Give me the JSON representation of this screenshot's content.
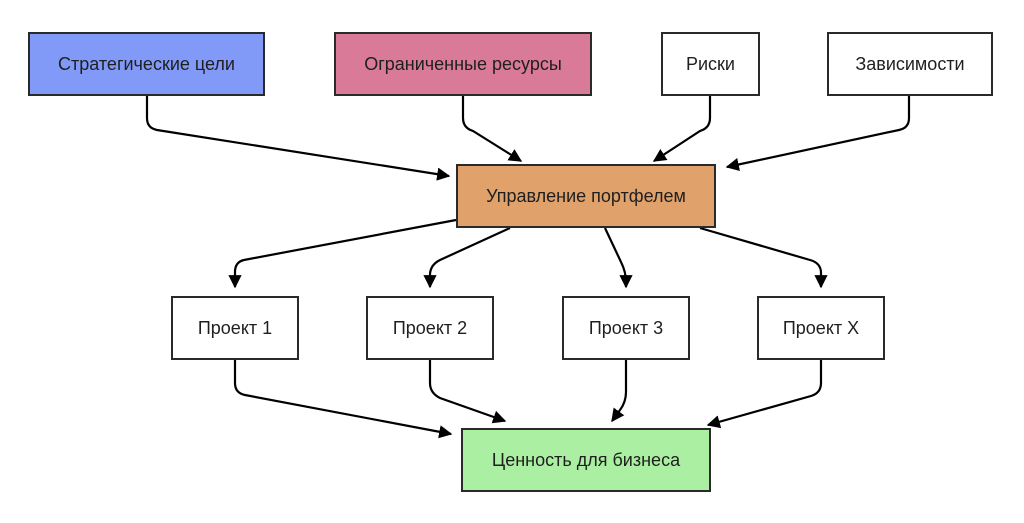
{
  "nodes": {
    "strategic_goals": {
      "label": "Стратегические цели",
      "color": "#8199f7"
    },
    "limited_resources": {
      "label": "Ограниченные ресурсы",
      "color": "#d97a98"
    },
    "risks": {
      "label": "Риски",
      "color": "#ffffff"
    },
    "dependencies": {
      "label": "Зависимости",
      "color": "#ffffff"
    },
    "portfolio_management": {
      "label": "Управление портфелем",
      "color": "#e0a16b"
    },
    "project_1": {
      "label": "Проект 1",
      "color": "#ffffff"
    },
    "project_2": {
      "label": "Проект 2",
      "color": "#ffffff"
    },
    "project_3": {
      "label": "Проект 3",
      "color": "#ffffff"
    },
    "project_x": {
      "label": "Проект X",
      "color": "#ffffff"
    },
    "business_value": {
      "label": "Ценность для бизнеса",
      "color": "#abf0a2"
    }
  },
  "edges": [
    {
      "from": "strategic_goals",
      "to": "portfolio_management"
    },
    {
      "from": "limited_resources",
      "to": "portfolio_management"
    },
    {
      "from": "risks",
      "to": "portfolio_management"
    },
    {
      "from": "dependencies",
      "to": "portfolio_management"
    },
    {
      "from": "portfolio_management",
      "to": "project_1"
    },
    {
      "from": "portfolio_management",
      "to": "project_2"
    },
    {
      "from": "portfolio_management",
      "to": "project_3"
    },
    {
      "from": "portfolio_management",
      "to": "project_x"
    },
    {
      "from": "project_1",
      "to": "business_value"
    },
    {
      "from": "project_2",
      "to": "business_value"
    },
    {
      "from": "project_3",
      "to": "business_value"
    },
    {
      "from": "project_x",
      "to": "business_value"
    }
  ]
}
